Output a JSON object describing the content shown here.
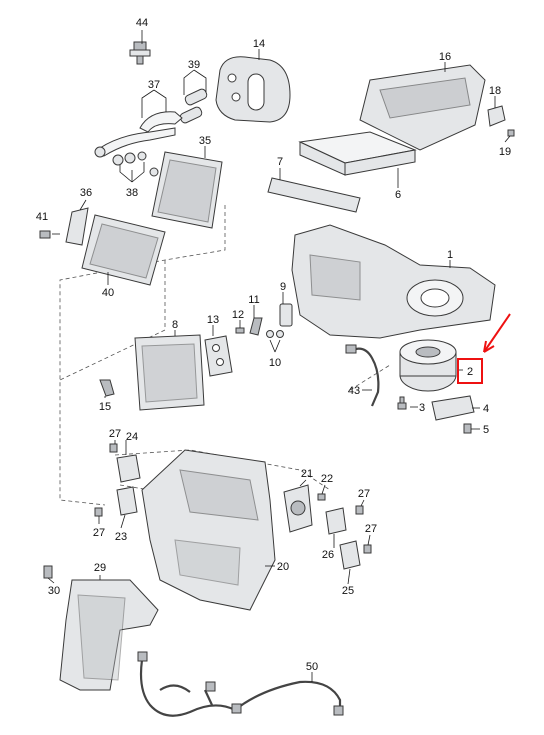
{
  "callouts": [
    "1",
    "2",
    "3",
    "4",
    "5",
    "6",
    "7",
    "8",
    "9",
    "10",
    "11",
    "12",
    "13",
    "14",
    "15",
    "16",
    "18",
    "19",
    "20",
    "21",
    "22",
    "23",
    "24",
    "25",
    "26",
    "27",
    "29",
    "30",
    "35",
    "36",
    "37",
    "38",
    "39",
    "40",
    "41",
    "43",
    "44",
    "50"
  ],
  "highlighted_part": "2",
  "colors": {
    "highlight": "#ee1111",
    "line": "#1a1a1a",
    "part_fill": "#e4e6e8"
  }
}
